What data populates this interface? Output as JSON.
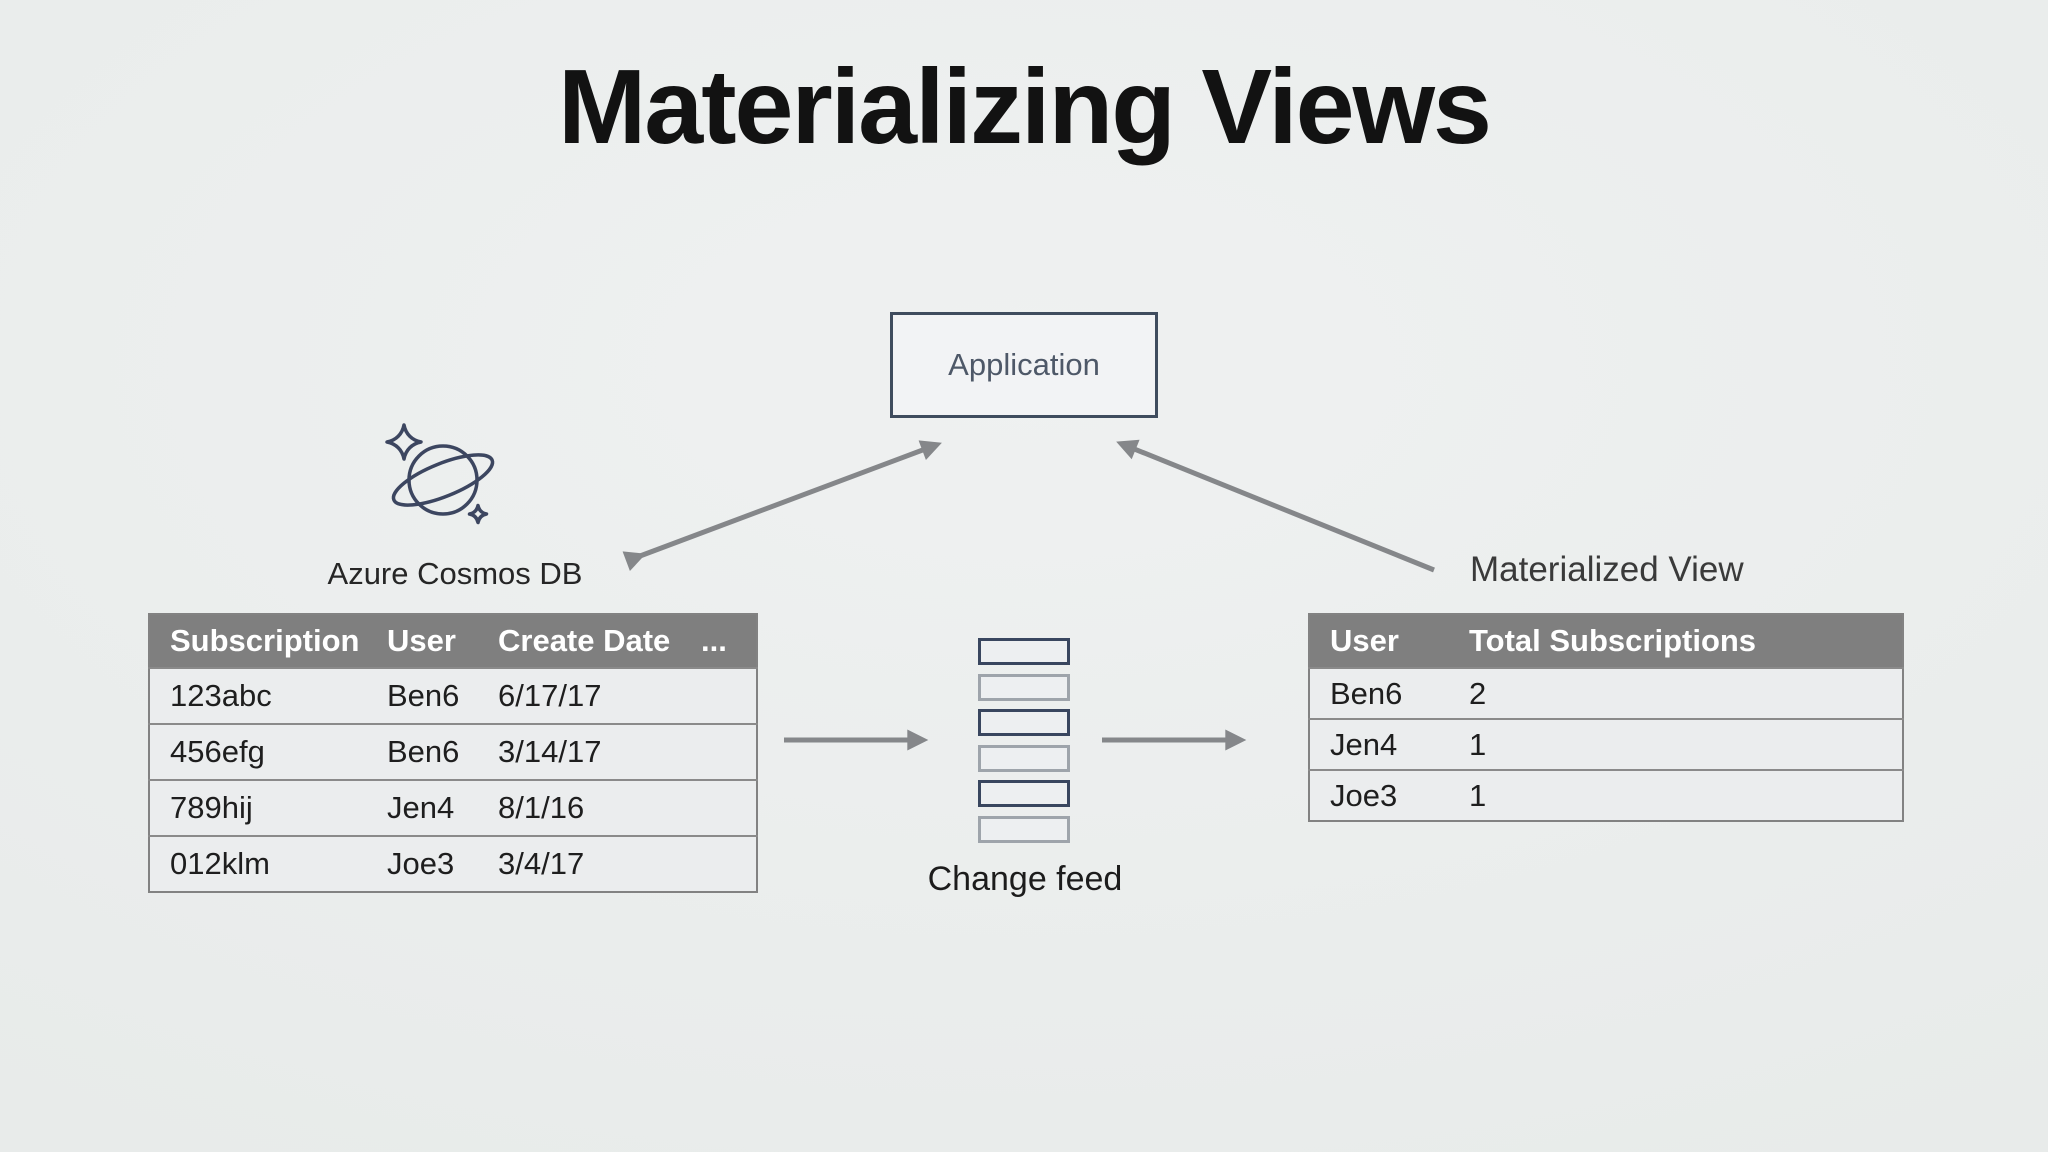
{
  "title": "Materializing Views",
  "application": {
    "label": "Application"
  },
  "cosmos_db": {
    "label": "Azure Cosmos DB",
    "icon": "cosmos-planet-icon"
  },
  "materialized_view": {
    "label": "Materialized View"
  },
  "change_feed": {
    "label": "Change feed",
    "segment_count": 6
  },
  "source_table": {
    "headers": {
      "subscription": "Subscription",
      "user": "User",
      "create_date": "Create Date",
      "more": "..."
    },
    "rows": [
      {
        "subscription": "123abc",
        "user": "Ben6",
        "create_date": "6/17/17"
      },
      {
        "subscription": "456efg",
        "user": "Ben6",
        "create_date": "3/14/17"
      },
      {
        "subscription": "789hij",
        "user": "Jen4",
        "create_date": "8/1/16"
      },
      {
        "subscription": "012klm",
        "user": "Joe3",
        "create_date": "3/4/17"
      }
    ]
  },
  "view_table": {
    "headers": {
      "user": "User",
      "total_subscriptions": "Total Subscriptions"
    },
    "rows": [
      {
        "user": "Ben6",
        "total": "2"
      },
      {
        "user": "Jen4",
        "total": "1"
      },
      {
        "user": "Joe3",
        "total": "1"
      }
    ]
  },
  "colors": {
    "accent_dark": "#3f4c5e",
    "table_header_gray": "#7f7f7f",
    "arrow_gray": "#85878a",
    "icon_stroke": "#3c4660",
    "row_fill": "#ebedee",
    "background": "#e9eceb"
  }
}
